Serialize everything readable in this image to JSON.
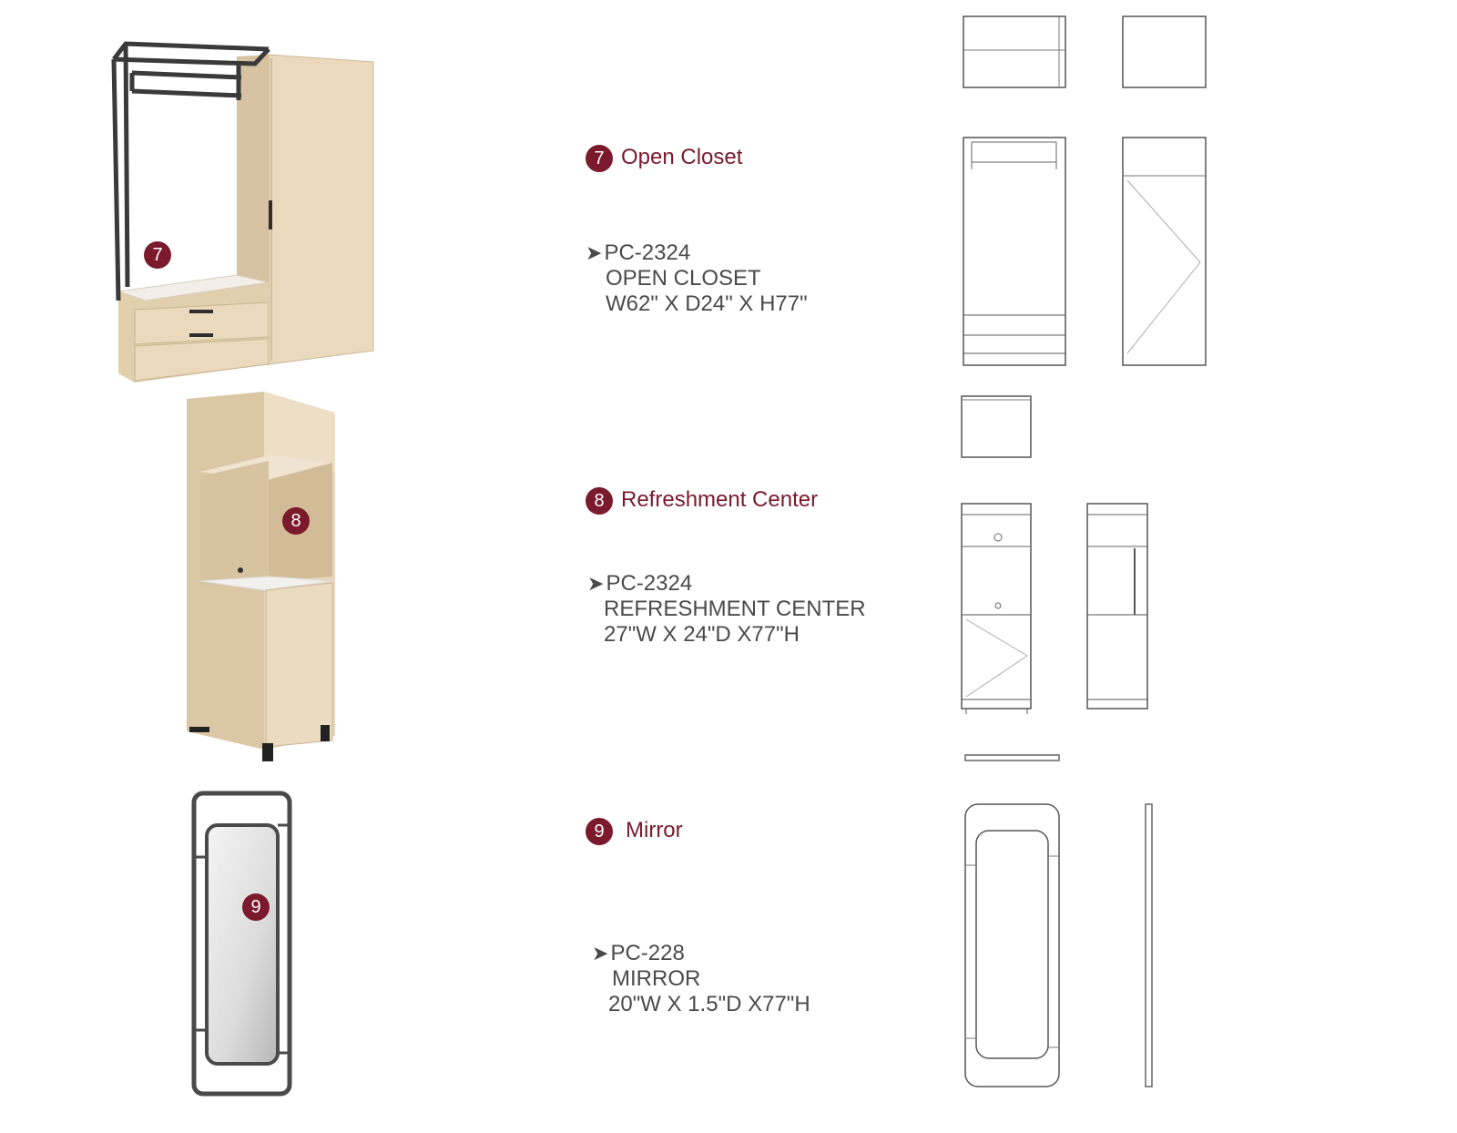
{
  "colors": {
    "accent": "#7a1a2c",
    "text": "#4a4a4a",
    "wood": "#e4d2b4",
    "metal": "#3a3a3a"
  },
  "products": [
    {
      "number": "7",
      "title": "Open Closet",
      "code": "PC-2324",
      "name": "OPEN CLOSET",
      "dims": "W62\" X D24\" X H77\""
    },
    {
      "number": "8",
      "title": "Refreshment Center",
      "code": "PC-2324",
      "name": "REFRESHMENT CENTER",
      "dims": "27\"W X 24\"D X77\"H"
    },
    {
      "number": "9",
      "title": "Mirror",
      "code": "PC-228",
      "name": "MIRROR",
      "dims": "20\"W X 1.5\"D X77\"H"
    }
  ]
}
